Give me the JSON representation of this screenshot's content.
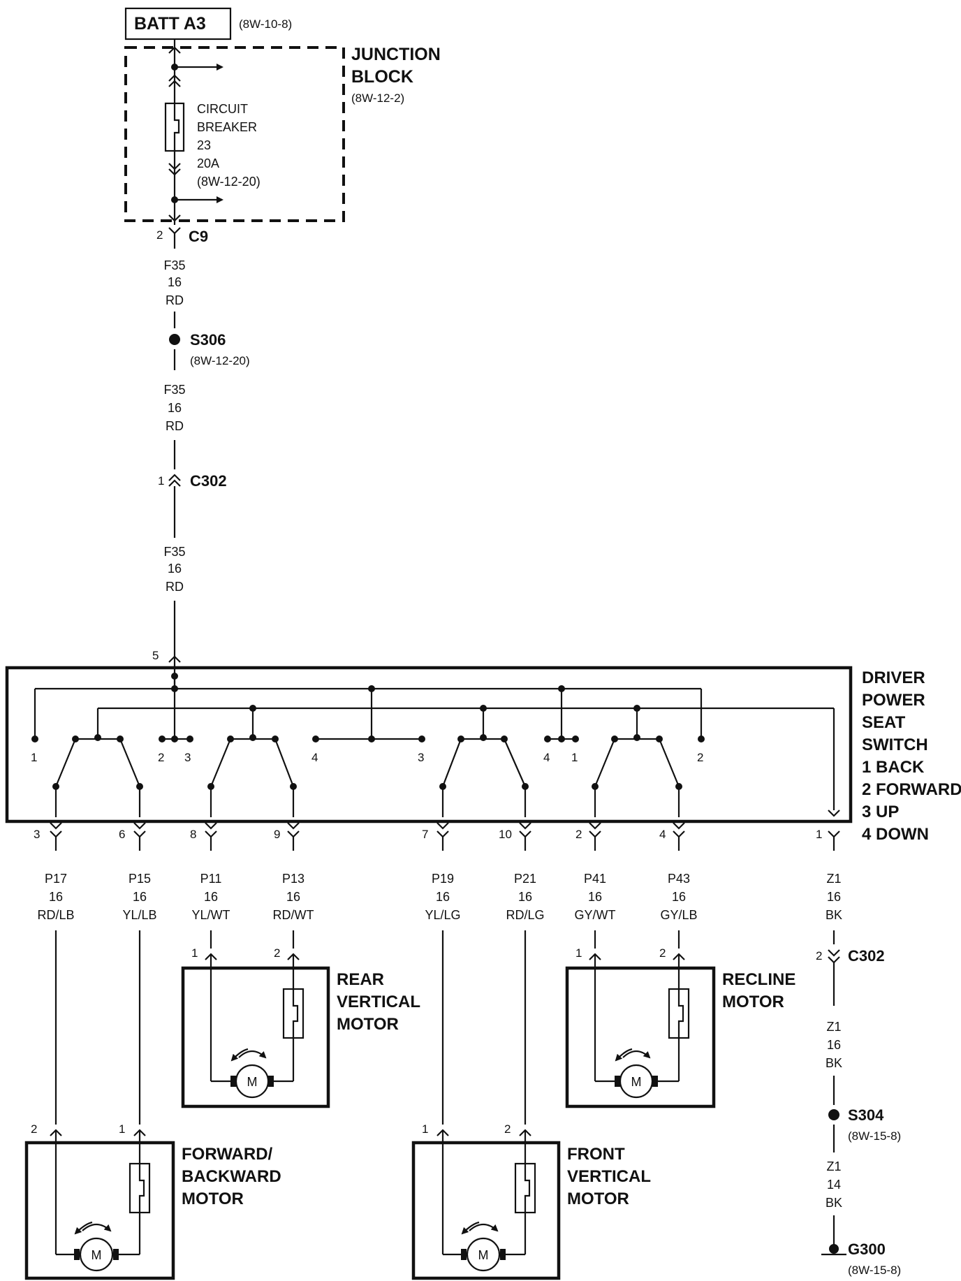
{
  "batt": {
    "label": "BATT A3",
    "ref": "(8W-10-8)"
  },
  "junction_block": {
    "title_1": "JUNCTION",
    "title_2": "BLOCK",
    "ref": "(8W-12-2)"
  },
  "circuit_breaker": {
    "line_1": "CIRCUIT",
    "line_2": "BREAKER",
    "line_3": "23",
    "line_4": "20A",
    "ref": "(8W-12-20)"
  },
  "c9": {
    "name": "C9",
    "pin": "2"
  },
  "wire_f35": {
    "circuit": "F35",
    "gauge": "16",
    "color": "RD"
  },
  "s306": {
    "name": "S306",
    "ref": "(8W-12-20)"
  },
  "c302_top": {
    "name": "C302",
    "pin": "1"
  },
  "switch": {
    "title": [
      "DRIVER",
      "POWER",
      "SEAT",
      "SWITCH"
    ],
    "legend": [
      "1 BACK",
      "2 FORWARD",
      "3 UP",
      "4 DOWN"
    ],
    "input_pin": "5",
    "contact_labels": [
      {
        "id": "c1",
        "text": "1"
      },
      {
        "id": "c2",
        "text": "2"
      },
      {
        "id": "c3",
        "text": "3"
      },
      {
        "id": "c4",
        "text": "4"
      },
      {
        "id": "c5",
        "text": "3"
      },
      {
        "id": "c6",
        "text": "4"
      },
      {
        "id": "c7",
        "text": "1"
      },
      {
        "id": "c8",
        "text": "2"
      }
    ]
  },
  "outputs": [
    {
      "pin": "3",
      "circuit": "P17",
      "gauge": "16",
      "color": "RD/LB"
    },
    {
      "pin": "6",
      "circuit": "P15",
      "gauge": "16",
      "color": "YL/LB"
    },
    {
      "pin": "8",
      "circuit": "P11",
      "gauge": "16",
      "color": "YL/WT"
    },
    {
      "pin": "9",
      "circuit": "P13",
      "gauge": "16",
      "color": "RD/WT"
    },
    {
      "pin": "7",
      "circuit": "P19",
      "gauge": "16",
      "color": "YL/LG"
    },
    {
      "pin": "10",
      "circuit": "P21",
      "gauge": "16",
      "color": "RD/LG"
    },
    {
      "pin": "2",
      "circuit": "P41",
      "gauge": "16",
      "color": "GY/WT"
    },
    {
      "pin": "4",
      "circuit": "P43",
      "gauge": "16",
      "color": "GY/LB"
    },
    {
      "pin": "1",
      "circuit": "Z1",
      "gauge": "16",
      "color": "BK"
    }
  ],
  "motors": {
    "rear_vertical": {
      "title": [
        "REAR",
        "VERTICAL",
        "MOTOR"
      ],
      "pin_a": "1",
      "pin_b": "2",
      "symbol": "M"
    },
    "recline": {
      "title": [
        "RECLINE",
        "MOTOR"
      ],
      "pin_a": "1",
      "pin_b": "2",
      "symbol": "M"
    },
    "forward_backward": {
      "title": [
        "FORWARD/",
        "BACKWARD",
        "MOTOR"
      ],
      "pin_a": "2",
      "pin_b": "1",
      "symbol": "M"
    },
    "front_vertical": {
      "title": [
        "FRONT",
        "VERTICAL",
        "MOTOR"
      ],
      "pin_a": "1",
      "pin_b": "2",
      "symbol": "M"
    }
  },
  "c302_bottom": {
    "name": "C302",
    "pin": "2"
  },
  "wire_z1_mid": {
    "circuit": "Z1",
    "gauge": "16",
    "color": "BK"
  },
  "s304": {
    "name": "S304",
    "ref": "(8W-15-8)"
  },
  "wire_z1_low": {
    "circuit": "Z1",
    "gauge": "14",
    "color": "BK"
  },
  "g300": {
    "name": "G300",
    "ref": "(8W-15-8)"
  }
}
